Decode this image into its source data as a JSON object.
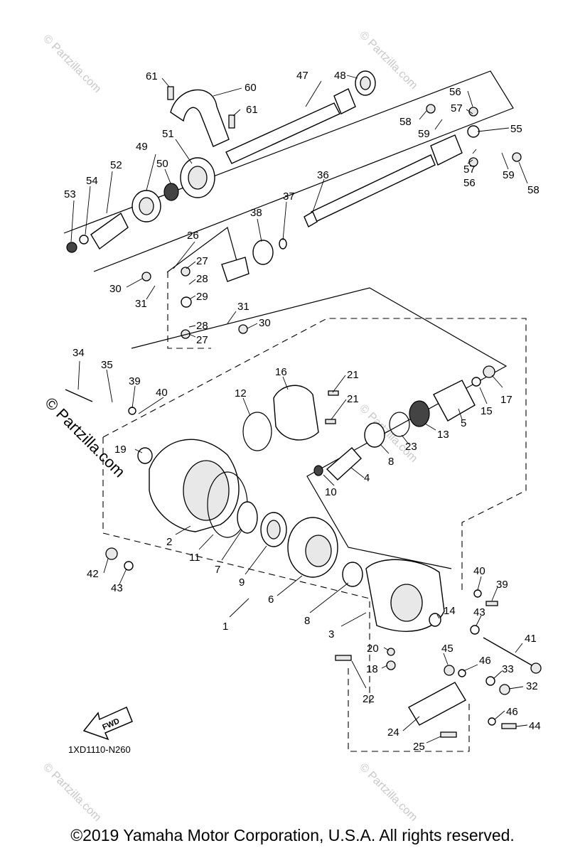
{
  "diagram_code": "1XD1110-N260",
  "copyright": "©2019  Yamaha Motor Corporation, U.S.A. All rights reserved.",
  "watermark": "© Partzilla.com",
  "fwd_label": "FWD",
  "callouts": [
    "1",
    "2",
    "3",
    "4",
    "5",
    "6",
    "7",
    "8",
    "8",
    "9",
    "10",
    "11",
    "12",
    "13",
    "14",
    "15",
    "16",
    "17",
    "18",
    "19",
    "20",
    "21",
    "21",
    "22",
    "23",
    "24",
    "25",
    "26",
    "27",
    "27",
    "28",
    "28",
    "29",
    "30",
    "30",
    "31",
    "31",
    "32",
    "33",
    "34",
    "35",
    "36",
    "37",
    "38",
    "39",
    "39",
    "40",
    "40",
    "41",
    "42",
    "43",
    "43",
    "44",
    "45",
    "46",
    "46",
    "47",
    "48",
    "49",
    "50",
    "51",
    "52",
    "53",
    "54",
    "55",
    "56",
    "56",
    "57",
    "57",
    "58",
    "58",
    "59",
    "59",
    "60",
    "61",
    "61"
  ]
}
